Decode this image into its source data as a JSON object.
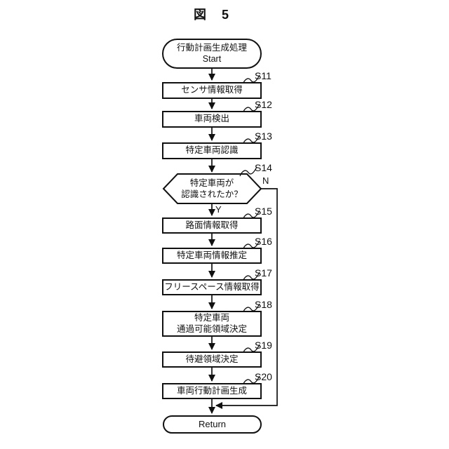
{
  "colors": {
    "ink": "#111111",
    "background": "#ffffff"
  },
  "figure": {
    "title": "図　5"
  },
  "flowchart": {
    "start": {
      "line1": "行動計画生成処理",
      "line2": "Start"
    },
    "steps": [
      {
        "id": "S11",
        "label": "センサ情報取得"
      },
      {
        "id": "S12",
        "label": "車両検出"
      },
      {
        "id": "S13",
        "label": "特定車両認識"
      },
      {
        "id": "S14",
        "line1": "特定車両が",
        "line2": "認識されたか？",
        "type": "decision"
      },
      {
        "id": "S15",
        "label": "路面情報取得"
      },
      {
        "id": "S16",
        "label": "特定車両情報推定"
      },
      {
        "id": "S17",
        "label": "フリースペース情報取得"
      },
      {
        "id": "S18",
        "line1": "特定車両",
        "line2": "通過可能領域決定"
      },
      {
        "id": "S19",
        "label": "待避領域決定"
      },
      {
        "id": "S20",
        "label": "車両行動計画生成"
      }
    ],
    "branch": {
      "yes": "Y",
      "no": "N"
    },
    "end": {
      "label": "Return"
    }
  }
}
